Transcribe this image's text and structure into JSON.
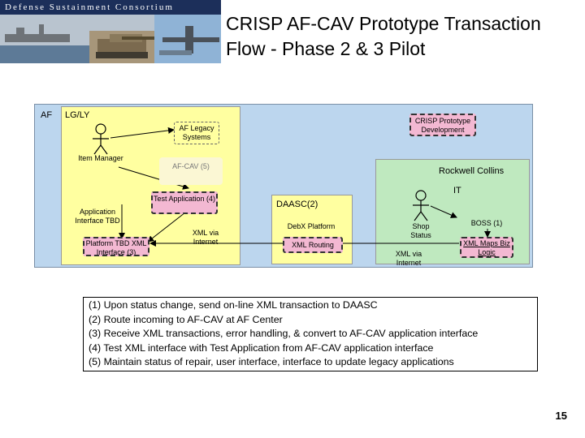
{
  "banner": {
    "org": "Defense Sustainment Consortium"
  },
  "title": {
    "line1": "CRISP AF-CAV Prototype Transaction",
    "line2": "Flow - Phase 2 & 3 Pilot"
  },
  "af_region": {
    "label": "AF"
  },
  "lgly_region": {
    "label": "LG/LY"
  },
  "nodes": {
    "af_legacy": "AF Legacy Systems",
    "item_manager": "Item Manager",
    "afcav": "AF-CAV (5)",
    "app_interface": "Application Interface TBD",
    "test_app": "Test Application (4)",
    "platform_tbd": "Platform TBD XML Interface (3)",
    "xml_internet_left": "XML via Internet",
    "crisp_dev": "CRISP Prototype Development",
    "rockwell": "Rockwell Collins",
    "it": "IT",
    "daasc": "DAASC(2)",
    "debx": "DebX Platform",
    "xml_routing": "XML Routing",
    "shop_status": "Shop Status",
    "boss": "BOSS (1)",
    "xml_maps": "XML Maps Biz Logic",
    "xml_internet_right": "XML via Internet"
  },
  "notes": [
    "(1) Upon status change, send on-line XML transaction to DAASC",
    "(2) Route incoming to AF-CAV at AF Center",
    "(3) Receive XML transactions, error handling, & convert to AF-CAV application interface",
    "(4) Test XML interface with Test Application from AF-CAV application interface",
    "(5) Maintain status of repair, user interface, interface to update legacy applications"
  ],
  "page_number": "15",
  "colors": {
    "af_band": "#bcd6ee",
    "yellow": "#ffffa0",
    "green": "#bfe9bf",
    "pink": "#f3b8d2",
    "navy": "#1c2f5a"
  }
}
